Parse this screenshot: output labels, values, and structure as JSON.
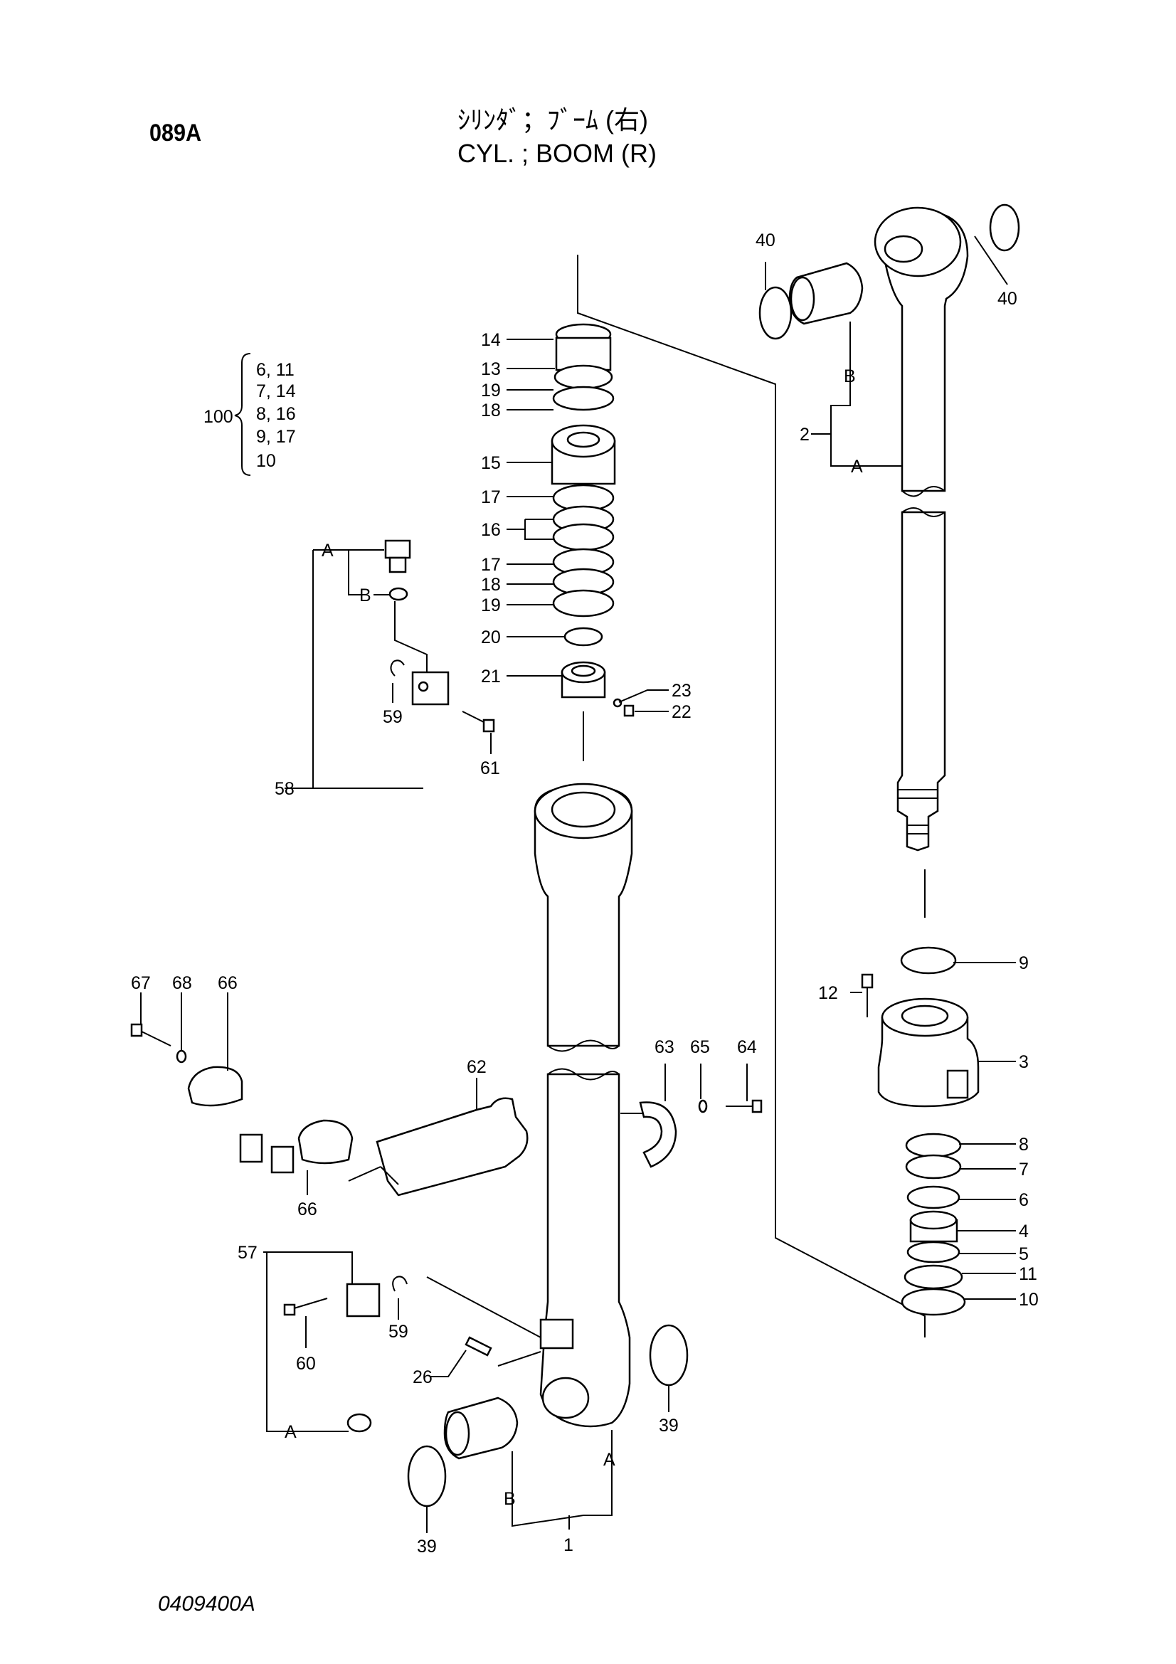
{
  "header": {
    "page_code": "089A",
    "title_jp": "ｼﾘﾝﾀﾞ；ﾌﾞｰﾑ (右)",
    "title_en": "CYL. ; BOOM (R)"
  },
  "footer": {
    "doc_number": "0409400A"
  },
  "kit": {
    "number": "100",
    "rows": [
      "6, 11",
      "7, 14",
      "8, 16",
      "9, 17",
      "10"
    ]
  },
  "callouts": {
    "p1": "1",
    "p2": "2",
    "p3": "3",
    "p4": "4",
    "p5": "5",
    "p6": "6",
    "p7": "7",
    "p8": "8",
    "p9": "9",
    "p10": "10",
    "p11": "11",
    "p12": "12",
    "p13": "13",
    "p14": "14",
    "p15": "15",
    "p16": "16",
    "p17a": "17",
    "p17b": "17",
    "p18a": "18",
    "p18b": "18",
    "p19a": "19",
    "p19b": "19",
    "p20": "20",
    "p21": "21",
    "p22": "22",
    "p23": "23",
    "p26": "26",
    "p39a": "39",
    "p39b": "39",
    "p40a": "40",
    "p40b": "40",
    "p57": "57",
    "p58": "58",
    "p59a": "59",
    "p59b": "59",
    "p60": "60",
    "p61": "61",
    "p62": "62",
    "p63": "63",
    "p64": "64",
    "p65": "65",
    "p66a": "66",
    "p66b": "66",
    "p67": "67",
    "p68": "68",
    "a_rod": "A",
    "b_rod": "B",
    "a_tube": "A",
    "b_tube": "B",
    "a_pipe58": "A",
    "b_pipe58": "B",
    "a_pipe57": "A"
  }
}
